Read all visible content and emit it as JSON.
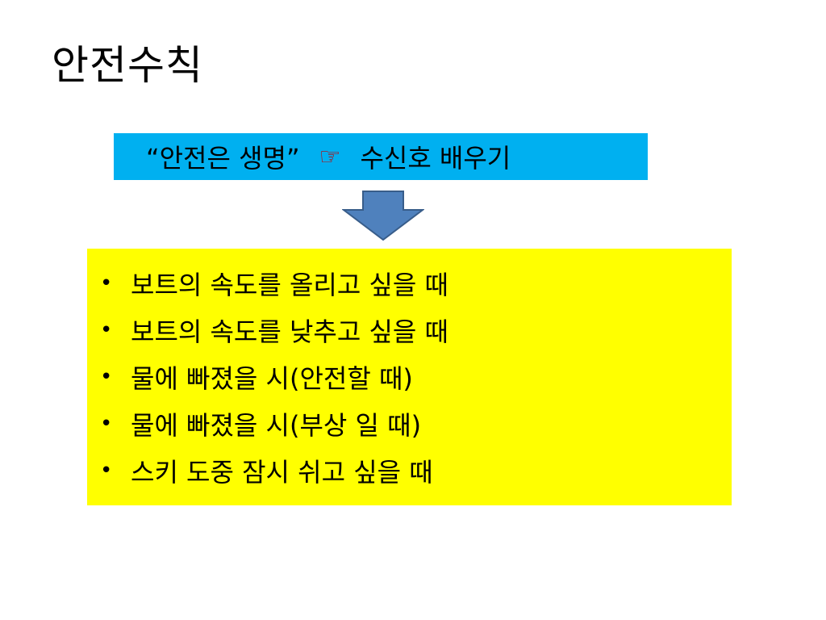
{
  "slide": {
    "title": "안전수칙",
    "banner": {
      "quote": "“안전은 생명”",
      "pointer_glyph": "☞",
      "text": "수신호 배우기",
      "background_color": "#00b0f0",
      "pointer_color": "#c00000"
    },
    "arrow": {
      "direction": "down",
      "color": "#4f81bd"
    },
    "box": {
      "background_color": "#ffff00",
      "bullet_glyph": "•",
      "items": [
        "보트의 속도를 올리고 싶을 때",
        "보트의 속도를 낮추고 싶을 때",
        "물에 빠졌을 시(안전할 때)",
        "물에 빠졌을 시(부상 일 때)",
        "스키 도중 잠시 쉬고 싶을 때"
      ]
    }
  }
}
